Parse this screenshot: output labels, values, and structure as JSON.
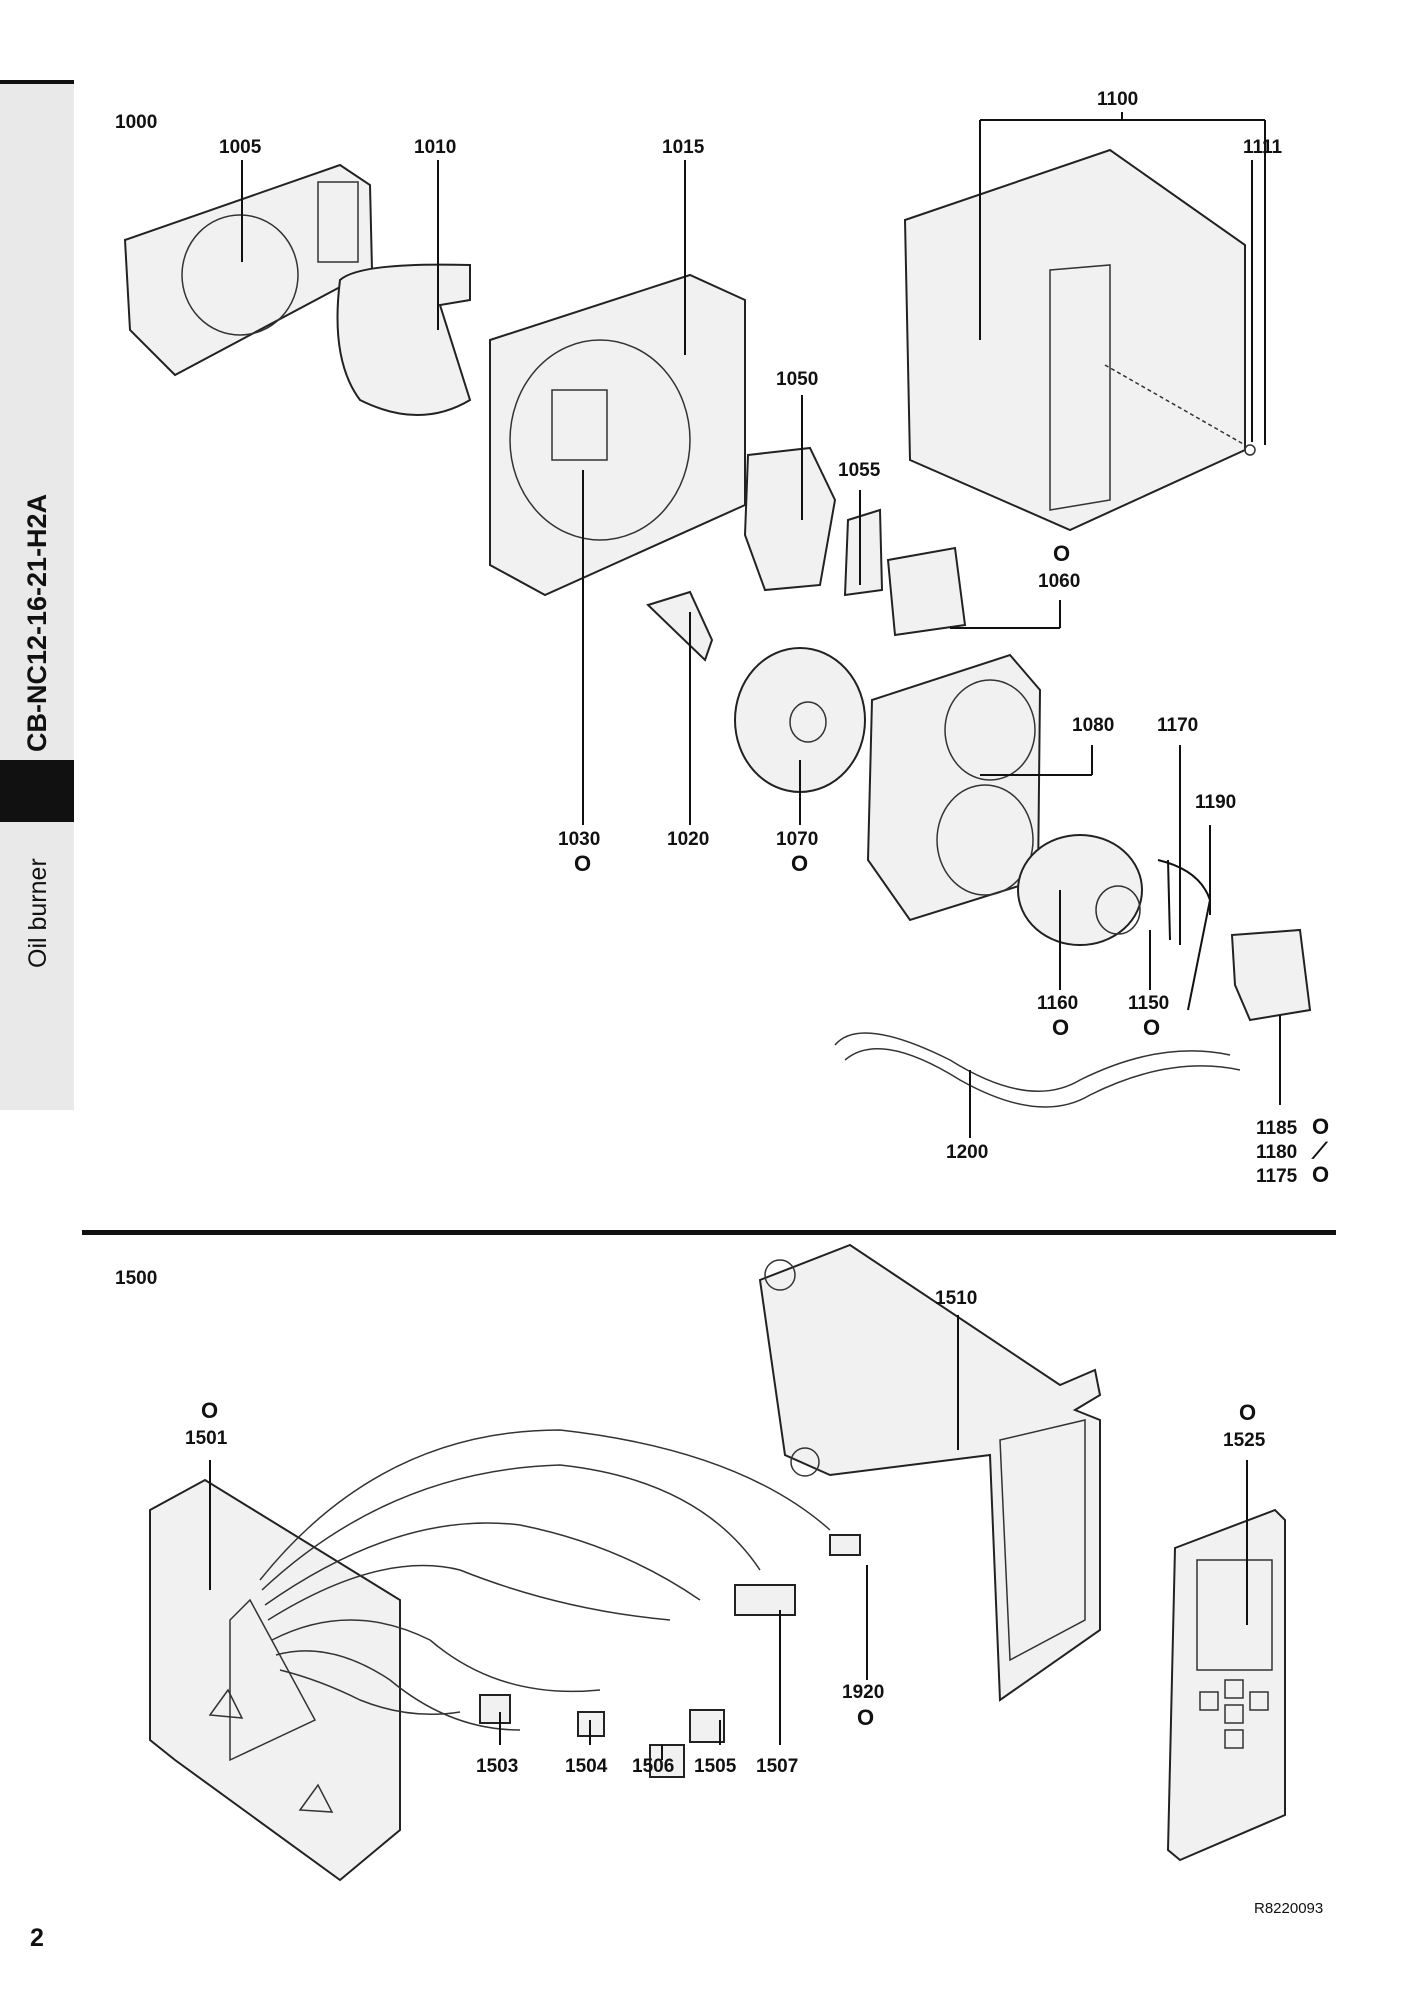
{
  "sidebar": {
    "model": "CB-NC12-16-21-H2A",
    "description": "Oil burner"
  },
  "page_number": "2",
  "doc_ref": "R8220093",
  "top_labels": {
    "l1000": "1000",
    "l1005": "1005",
    "l1010": "1010",
    "l1015": "1015",
    "l1100": "1100",
    "l1111": "1111",
    "l1050": "1050",
    "l1055": "1055",
    "l1060": "1060",
    "l1080": "1080",
    "l1170": "1170",
    "l1190": "1190",
    "l1030": "1030",
    "l1020": "1020",
    "l1070": "1070",
    "l1160": "1160",
    "l1150": "1150",
    "l1200": "1200",
    "l1185": "1185",
    "l1180": "1180",
    "l1175": "1175"
  },
  "bottom_labels": {
    "l1500": "1500",
    "l1510": "1510",
    "l1501": "1501",
    "l1525": "1525",
    "l1920": "1920",
    "l1503": "1503",
    "l1504": "1504",
    "l1506": "1506",
    "l1505": "1505",
    "l1507": "1507"
  },
  "symbols": {
    "replace": "Ο",
    "tool": "⟋"
  }
}
